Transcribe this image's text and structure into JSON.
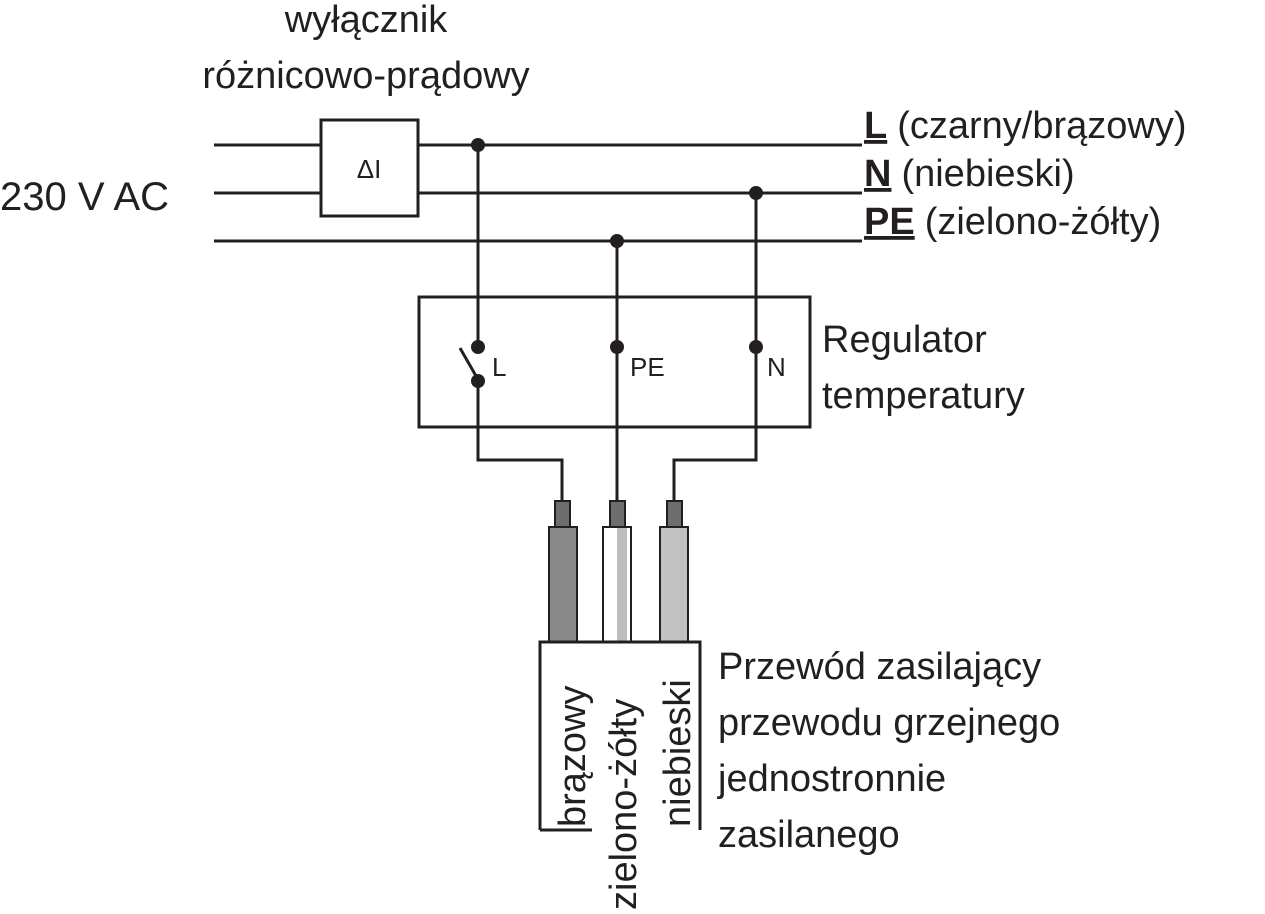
{
  "rcd": {
    "title_line1": "wyłącznik",
    "title_line2": "różnicowo-prądowy",
    "symbol": "ΔI"
  },
  "supply": {
    "voltage": "230 V AC"
  },
  "lines": [
    {
      "code": "L",
      "desc": "(czarny/brązowy)"
    },
    {
      "code": "N",
      "desc": "(niebieski)"
    },
    {
      "code": "PE",
      "desc": "(zielono-żółty)"
    }
  ],
  "regulator": {
    "label_line1": "Regulator",
    "label_line2": "temperatury",
    "terminal_l": "L",
    "terminal_pe": "PE",
    "terminal_n": "N"
  },
  "cable": {
    "wires": [
      "brązowy",
      "zielono-żółty",
      "niebieski"
    ],
    "colors": {
      "brown": "#8a8a8a",
      "green_yellow": "#ffffff",
      "blue": "#c2c2c2",
      "terminal": "#6e6e6e"
    },
    "desc_lines": [
      "Przewód zasilający",
      "przewodu grzejnego",
      "jednostronnie",
      "zasilanego"
    ]
  }
}
